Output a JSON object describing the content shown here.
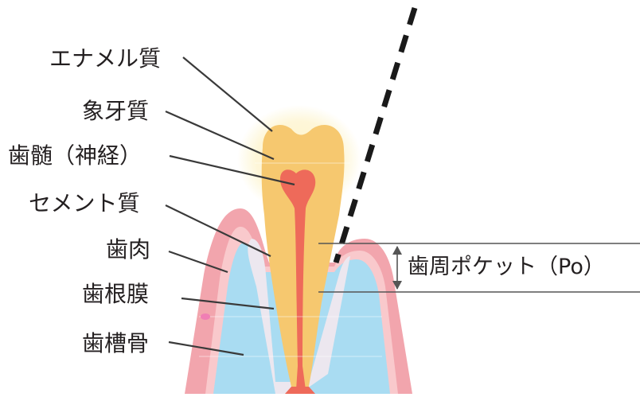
{
  "labels": {
    "enamel": "エナメル質",
    "dentin": "象牙質",
    "pulp": "歯髄（神経）",
    "cementum": "セメント質",
    "gingiva": "歯肉",
    "pdl": "歯根膜",
    "alveolar_bone": "歯槽骨",
    "pocket": "歯周ポケット（Po）"
  },
  "colors": {
    "gum": "#f2a5ad",
    "gum_light": "#f9c9cc",
    "bone": "#a9dcf2",
    "pdl": "#ece7ef",
    "dentin": "#f6c86f",
    "enamel_glow": "#fdf0c4",
    "pulp": "#ee6a5a",
    "probe": "#1a1a1a",
    "line": "#3a3a3a"
  }
}
